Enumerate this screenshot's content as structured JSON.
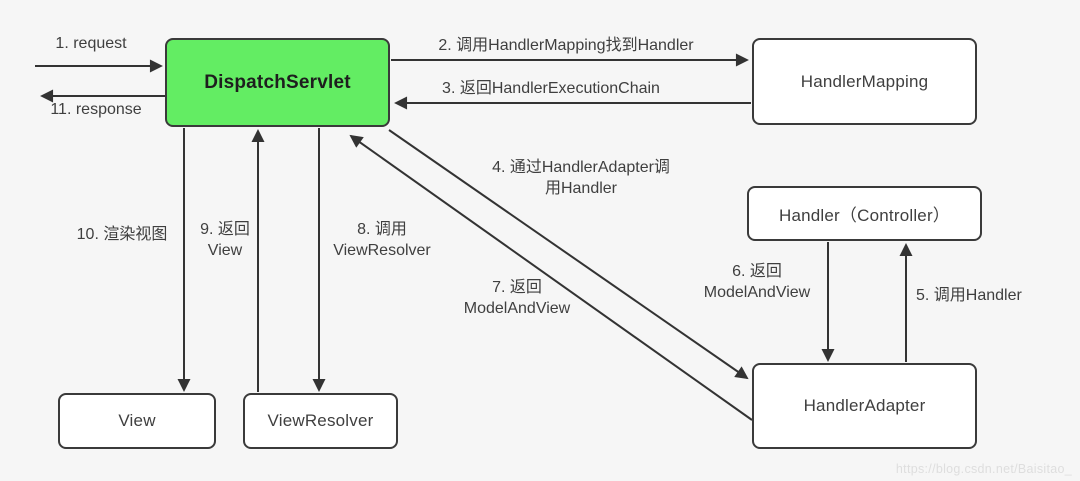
{
  "nodes": {
    "dispatch_servlet": "DispatchServlet",
    "handler_mapping": "HandlerMapping",
    "handler_controller": "Handler（Controller）",
    "handler_adapter": "HandlerAdapter",
    "view": "View",
    "view_resolver": "ViewResolver"
  },
  "edges": {
    "request": "1. request",
    "call_handler_mapping": "2. 调用HandlerMapping找到Handler",
    "return_execution_chain": "3. 返回HandlerExecutionChain",
    "call_via_adapter": "4. 通过HandlerAdapter调\n用Handler",
    "call_handler": "5. 调用Handler",
    "return_model_and_view_to_adapter": "6. 返回\nModelAndView",
    "return_model_and_view_to_servlet": "7. 返回\nModelAndView",
    "call_view_resolver": "8. 调用\nViewResolver",
    "return_view": "9. 返回\nView",
    "render_view": "10. 渲染视图",
    "response": "11. response"
  },
  "watermark": "https://blog.csdn.net/Baisitao_",
  "colors": {
    "background": "#f6f6f6",
    "highlight_box": "#63ed63",
    "box_border": "#3a3a3a",
    "arrow": "#333333",
    "label_text": "#3f3f3f",
    "watermark_text": "#dedede"
  }
}
